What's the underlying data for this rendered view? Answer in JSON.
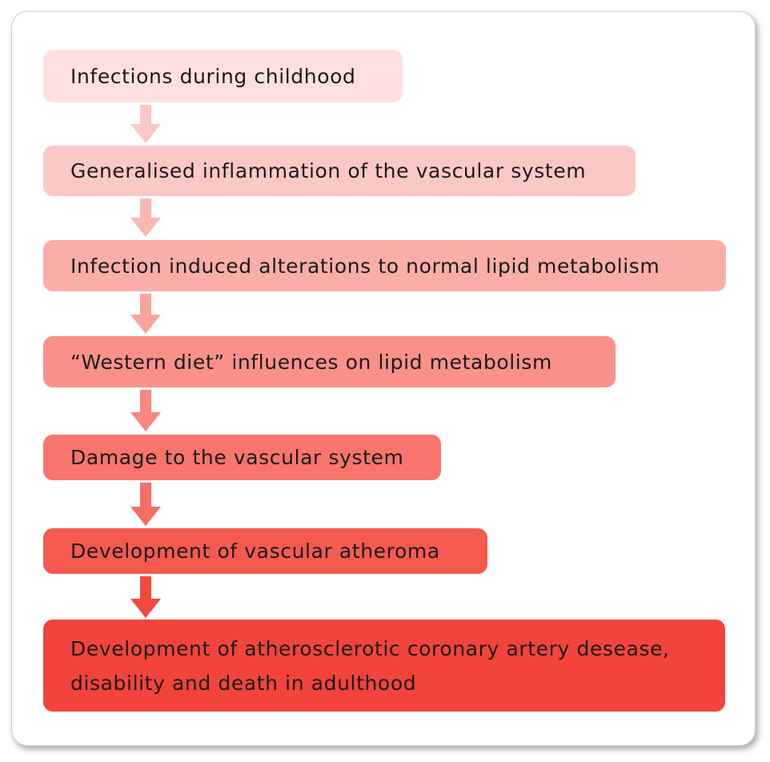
{
  "steps": [
    {
      "label": "Infections during childhood",
      "color": "#fde0de"
    },
    {
      "label": "Generalised inflammation of the vascular system",
      "color": "#fcc8c5"
    },
    {
      "label": "Infection induced alterations to normal lipid metabolism",
      "color": "#fbaea9"
    },
    {
      "label": "“Western diet” influences on lipid metabolism",
      "color": "#f9918a"
    },
    {
      "label": "Damage to the vascular system",
      "color": "#f7756c"
    },
    {
      "label": "Development of vascular atheroma",
      "color": "#f55a4f"
    },
    {
      "label": "Development of atherosclerotic coronary artery desease, disability and death in adulthood",
      "color": "#f2443a"
    }
  ],
  "arrow_colors": [
    "#fbc8c4",
    "#fab7b2",
    "#f9a39d",
    "#f88880",
    "#f66d63",
    "#f2493f"
  ]
}
